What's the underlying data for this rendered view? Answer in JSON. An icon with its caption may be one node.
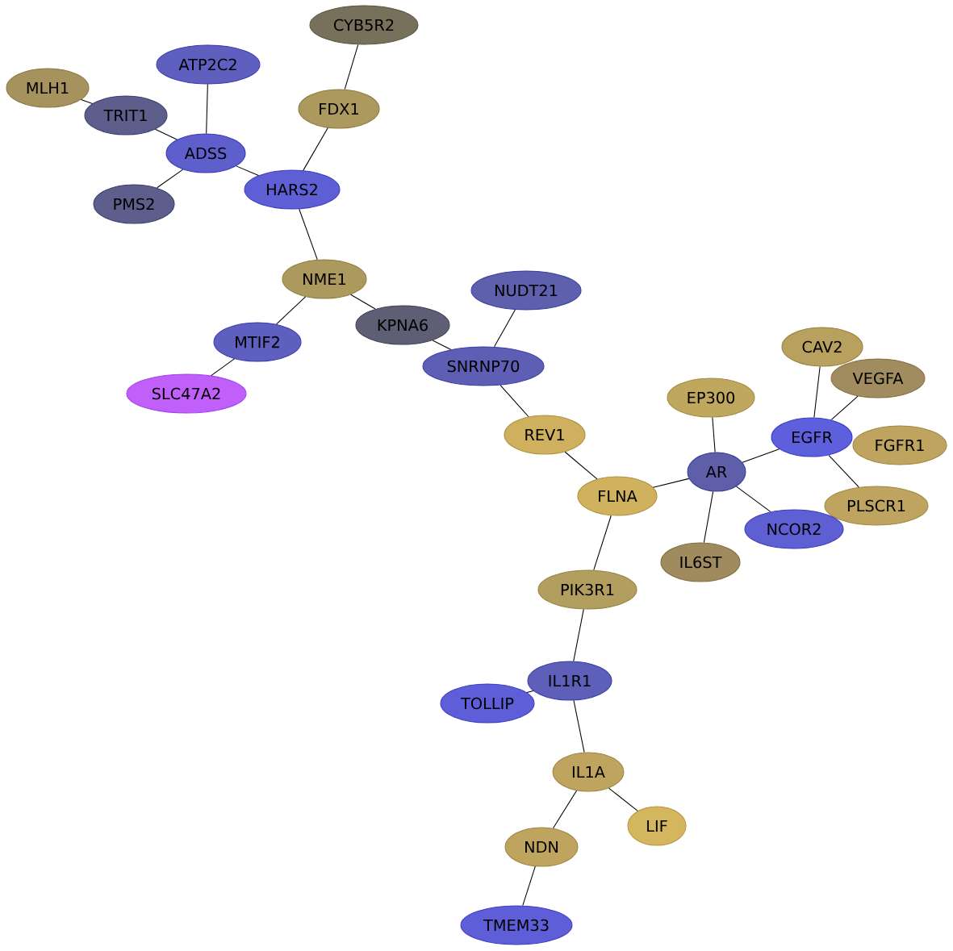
{
  "diagram": {
    "nodes": [
      {
        "text": [
          "CYB5R2"
        ]
      },
      {
        "text": [
          "ATP2C2"
        ]
      },
      {
        "text": [
          "MLH1"
        ]
      },
      {
        "text": [
          "FDX1"
        ]
      },
      {
        "text": [
          "TRIT1"
        ]
      },
      {
        "text": [
          "ADSS"
        ]
      },
      {
        "text": [
          "HARS2"
        ]
      },
      {
        "text": [
          "PMS2"
        ]
      },
      {
        "text": [
          "NME1"
        ]
      },
      {
        "text": [
          "NUDT21"
        ]
      },
      {
        "text": [
          "KPNA6"
        ]
      },
      {
        "text": [
          "MTIF2"
        ]
      },
      {
        "text": [
          "SNRNP70"
        ]
      },
      {
        "text": [
          "SLC47A2"
        ]
      },
      {
        "text": [
          "CAV2"
        ]
      },
      {
        "text": [
          "VEGFA"
        ]
      },
      {
        "text": [
          "EP300"
        ]
      },
      {
        "text": [
          "REV1"
        ]
      },
      {
        "text": [
          "EGFR"
        ]
      },
      {
        "text": [
          "FGFR1"
        ]
      },
      {
        "text": [
          "AR"
        ]
      },
      {
        "text": [
          "FLNA"
        ]
      },
      {
        "text": [
          "PLSCR1"
        ]
      },
      {
        "text": [
          "IL6ST"
        ]
      },
      {
        "text": [
          "NCOR2"
        ]
      },
      {
        "text": [
          "PIK3R1"
        ]
      },
      {
        "text": [
          "IL1R1"
        ]
      },
      {
        "text": [
          "TOLLIP"
        ]
      },
      {
        "text": [
          "IL1A"
        ]
      },
      {
        "text": [
          "LIF"
        ]
      },
      {
        "text": [
          "NDN"
        ]
      },
      {
        "text": [
          "TMEM33"
        ]
      }
    ],
    "edges": [
      {
        "from": 0,
        "to": 3,
        "arrow": "none"
      },
      {
        "from": 1,
        "to": 5,
        "arrow": "none"
      },
      {
        "from": 2,
        "to": 4,
        "arrow": "none"
      },
      {
        "from": 4,
        "to": 5,
        "arrow": "none"
      },
      {
        "from": 3,
        "to": 6,
        "arrow": "none"
      },
      {
        "from": 5,
        "to": 6,
        "arrow": "none"
      },
      {
        "from": 5,
        "to": 7,
        "arrow": "none"
      },
      {
        "from": 6,
        "to": 8,
        "arrow": "none"
      },
      {
        "from": 8,
        "to": 10,
        "arrow": "none"
      },
      {
        "from": 8,
        "to": 11,
        "arrow": "none"
      },
      {
        "from": 11,
        "to": 13,
        "arrow": "none"
      },
      {
        "from": 10,
        "to": 12,
        "arrow": "none"
      },
      {
        "from": 9,
        "to": 12,
        "arrow": "none"
      },
      {
        "from": 12,
        "to": 17,
        "arrow": "none"
      },
      {
        "from": 17,
        "to": 21,
        "arrow": "none"
      },
      {
        "from": 21,
        "to": 20,
        "arrow": "none"
      },
      {
        "from": 16,
        "to": 20,
        "arrow": "none"
      },
      {
        "from": 20,
        "to": 18,
        "arrow": "none"
      },
      {
        "from": 14,
        "to": 18,
        "arrow": "none"
      },
      {
        "from": 15,
        "to": 18,
        "arrow": "none"
      },
      {
        "from": 18,
        "to": 22,
        "arrow": "none"
      },
      {
        "from": 20,
        "to": 23,
        "arrow": "none"
      },
      {
        "from": 20,
        "to": 24,
        "arrow": "none"
      },
      {
        "from": 21,
        "to": 25,
        "arrow": "none"
      },
      {
        "from": 25,
        "to": 26,
        "arrow": "none"
      },
      {
        "from": 26,
        "to": 27,
        "arrow": "none"
      },
      {
        "from": 26,
        "to": 28,
        "arrow": "none"
      },
      {
        "from": 28,
        "to": 29,
        "arrow": "none"
      },
      {
        "from": 28,
        "to": 30,
        "arrow": "none"
      },
      {
        "from": 30,
        "to": 31,
        "arrow": "none"
      }
    ]
  }
}
